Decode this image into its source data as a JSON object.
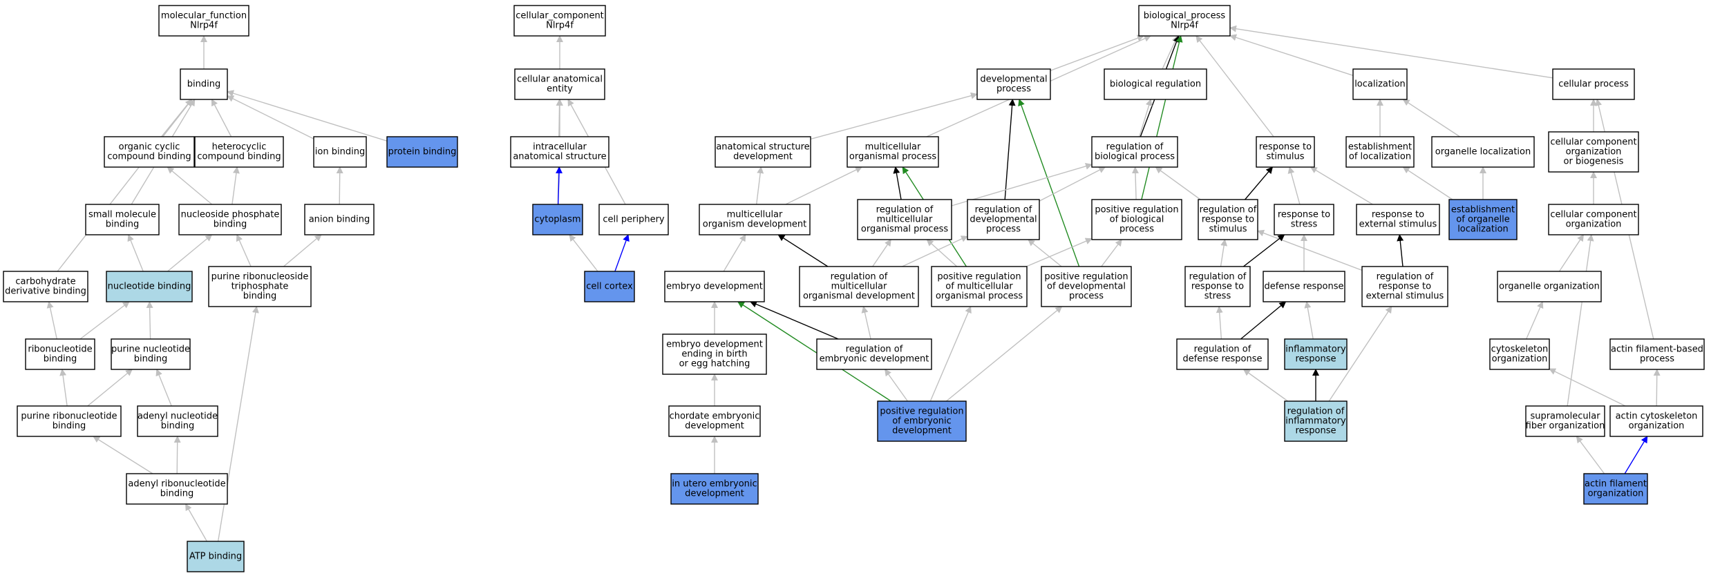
{
  "colors": {
    "default_fill": "#ffffff",
    "light_fill": "#add8e6",
    "dark_fill": "#6495ed",
    "gray_edge": "#c0c0c0",
    "black_edge": "#000000",
    "green_edge": "#228b22",
    "blue_edge": "#0000ff"
  },
  "nodes": [
    {
      "id": "mf",
      "lines": [
        "molecular_function",
        "Nlrp4f"
      ],
      "fill": "default"
    },
    {
      "id": "binding",
      "lines": [
        "binding"
      ],
      "fill": "default"
    },
    {
      "id": "orgcyc",
      "lines": [
        "organic cyclic",
        "compound binding"
      ],
      "fill": "default"
    },
    {
      "id": "hetcyc",
      "lines": [
        "heterocyclic",
        "compound binding"
      ],
      "fill": "default"
    },
    {
      "id": "ionb",
      "lines": [
        "ion binding"
      ],
      "fill": "default"
    },
    {
      "id": "protb",
      "lines": [
        "protein binding"
      ],
      "fill": "dark"
    },
    {
      "id": "smallmol",
      "lines": [
        "small molecule",
        "binding"
      ],
      "fill": "default"
    },
    {
      "id": "nucphos",
      "lines": [
        "nucleoside phosphate",
        "binding"
      ],
      "fill": "default"
    },
    {
      "id": "anionb",
      "lines": [
        "anion binding"
      ],
      "fill": "default"
    },
    {
      "id": "carbo",
      "lines": [
        "carbohydrate",
        "derivative binding"
      ],
      "fill": "default"
    },
    {
      "id": "nucb",
      "lines": [
        "nucleotide binding"
      ],
      "fill": "light"
    },
    {
      "id": "purtri",
      "lines": [
        "purine ribonucleoside",
        "triphosphate",
        "binding"
      ],
      "fill": "default"
    },
    {
      "id": "ribonuc",
      "lines": [
        "ribonucleotide",
        "binding"
      ],
      "fill": "default"
    },
    {
      "id": "purnuc",
      "lines": [
        "purine nucleotide",
        "binding"
      ],
      "fill": "default"
    },
    {
      "id": "purribo",
      "lines": [
        "purine ribonucleotide",
        "binding"
      ],
      "fill": "default"
    },
    {
      "id": "adenuc",
      "lines": [
        "adenyl nucleotide",
        "binding"
      ],
      "fill": "default"
    },
    {
      "id": "adenribo",
      "lines": [
        "adenyl ribonucleotide",
        "binding"
      ],
      "fill": "default"
    },
    {
      "id": "atp",
      "lines": [
        "ATP binding"
      ],
      "fill": "light"
    },
    {
      "id": "cc",
      "lines": [
        "cellular_component",
        "Nlrp4f"
      ],
      "fill": "default"
    },
    {
      "id": "cae",
      "lines": [
        "cellular anatomical",
        "entity"
      ],
      "fill": "default"
    },
    {
      "id": "ias",
      "lines": [
        "intracellular",
        "anatomical structure"
      ],
      "fill": "default"
    },
    {
      "id": "cyto",
      "lines": [
        "cytoplasm"
      ],
      "fill": "dark"
    },
    {
      "id": "cperi",
      "lines": [
        "cell periphery"
      ],
      "fill": "default"
    },
    {
      "id": "ccortex",
      "lines": [
        "cell cortex"
      ],
      "fill": "dark"
    },
    {
      "id": "bp",
      "lines": [
        "biological_process",
        "Nlrp4f"
      ],
      "fill": "default"
    },
    {
      "id": "devproc",
      "lines": [
        "developmental",
        "process"
      ],
      "fill": "default"
    },
    {
      "id": "bioreg",
      "lines": [
        "biological regulation"
      ],
      "fill": "default"
    },
    {
      "id": "local",
      "lines": [
        "localization"
      ],
      "fill": "default"
    },
    {
      "id": "cellproc",
      "lines": [
        "cellular process"
      ],
      "fill": "default"
    },
    {
      "id": "asd",
      "lines": [
        "anatomical structure",
        "development"
      ],
      "fill": "default"
    },
    {
      "id": "mop",
      "lines": [
        "multicellular",
        "organismal process"
      ],
      "fill": "default"
    },
    {
      "id": "regbp",
      "lines": [
        "regulation of",
        "biological process"
      ],
      "fill": "default"
    },
    {
      "id": "respstim",
      "lines": [
        "response to",
        "stimulus"
      ],
      "fill": "default"
    },
    {
      "id": "estloc",
      "lines": [
        "establishment",
        "of localization"
      ],
      "fill": "default"
    },
    {
      "id": "orgloc",
      "lines": [
        "organelle localization"
      ],
      "fill": "default"
    },
    {
      "id": "ccob",
      "lines": [
        "cellular component",
        "organization",
        "or biogenesis"
      ],
      "fill": "default"
    },
    {
      "id": "mod",
      "lines": [
        "multicellular",
        "organism development"
      ],
      "fill": "default"
    },
    {
      "id": "regmop",
      "lines": [
        "regulation of",
        "multicellular",
        "organismal process"
      ],
      "fill": "default"
    },
    {
      "id": "regdev",
      "lines": [
        "regulation of",
        "developmental",
        "process"
      ],
      "fill": "default"
    },
    {
      "id": "posregbp",
      "lines": [
        "positive regulation",
        "of biological",
        "process"
      ],
      "fill": "default"
    },
    {
      "id": "regrespstim",
      "lines": [
        "regulation of",
        "response to",
        "stimulus"
      ],
      "fill": "default"
    },
    {
      "id": "respstress",
      "lines": [
        "response to",
        "stress"
      ],
      "fill": "default"
    },
    {
      "id": "respext",
      "lines": [
        "response to",
        "external stimulus"
      ],
      "fill": "default"
    },
    {
      "id": "estorgloc",
      "lines": [
        "establishment",
        "of organelle",
        "localization"
      ],
      "fill": "dark"
    },
    {
      "id": "ccorg",
      "lines": [
        "cellular component",
        "organization"
      ],
      "fill": "default"
    },
    {
      "id": "embdev",
      "lines": [
        "embryo development"
      ],
      "fill": "default"
    },
    {
      "id": "regmod",
      "lines": [
        "regulation of",
        "multicellular",
        "organismal development"
      ],
      "fill": "default"
    },
    {
      "id": "posregmop",
      "lines": [
        "positive regulation",
        "of multicellular",
        "organismal process"
      ],
      "fill": "default"
    },
    {
      "id": "posregdev",
      "lines": [
        "positive regulation",
        "of developmental",
        "process"
      ],
      "fill": "default"
    },
    {
      "id": "regstress",
      "lines": [
        "regulation of",
        "response to",
        "stress"
      ],
      "fill": "default"
    },
    {
      "id": "defresp",
      "lines": [
        "defense response"
      ],
      "fill": "default"
    },
    {
      "id": "regext",
      "lines": [
        "regulation of",
        "response to",
        "external stimulus"
      ],
      "fill": "default"
    },
    {
      "id": "orgorg",
      "lines": [
        "organelle organization"
      ],
      "fill": "default"
    },
    {
      "id": "embbirth",
      "lines": [
        "embryo development",
        "ending in birth",
        "or egg hatching"
      ],
      "fill": "default"
    },
    {
      "id": "regemb",
      "lines": [
        "regulation of",
        "embryonic development"
      ],
      "fill": "default"
    },
    {
      "id": "regdefresp",
      "lines": [
        "regulation of",
        "defense response"
      ],
      "fill": "default"
    },
    {
      "id": "inflresp",
      "lines": [
        "inflammatory",
        "response"
      ],
      "fill": "light"
    },
    {
      "id": "cytoorg",
      "lines": [
        "cytoskeleton",
        "organization"
      ],
      "fill": "default"
    },
    {
      "id": "actinfil",
      "lines": [
        "actin filament-based",
        "process"
      ],
      "fill": "default"
    },
    {
      "id": "chordemb",
      "lines": [
        "chordate embryonic",
        "development"
      ],
      "fill": "default"
    },
    {
      "id": "posregemb",
      "lines": [
        "positive regulation",
        "of embryonic",
        "development"
      ],
      "fill": "dark"
    },
    {
      "id": "reginfl",
      "lines": [
        "regulation of",
        "inflammatory",
        "response"
      ],
      "fill": "light"
    },
    {
      "id": "supramol",
      "lines": [
        "supramolecular",
        "fiber organization"
      ],
      "fill": "default"
    },
    {
      "id": "actincyto",
      "lines": [
        "actin cytoskeleton",
        "organization"
      ],
      "fill": "default"
    },
    {
      "id": "inutero",
      "lines": [
        "in utero embryonic",
        "development"
      ],
      "fill": "dark"
    },
    {
      "id": "actinorg",
      "lines": [
        "actin filament",
        "organization"
      ],
      "fill": "dark"
    }
  ],
  "edges": [
    {
      "from": "binding",
      "to": "mf",
      "color": "gray"
    },
    {
      "from": "orgcyc",
      "to": "binding",
      "color": "gray"
    },
    {
      "from": "hetcyc",
      "to": "binding",
      "color": "gray"
    },
    {
      "from": "ionb",
      "to": "binding",
      "color": "gray"
    },
    {
      "from": "protb",
      "to": "binding",
      "color": "gray"
    },
    {
      "from": "smallmol",
      "to": "binding",
      "color": "gray"
    },
    {
      "from": "carbo",
      "to": "binding",
      "color": "gray"
    },
    {
      "from": "nucphos",
      "to": "orgcyc",
      "color": "gray"
    },
    {
      "from": "nucphos",
      "to": "hetcyc",
      "color": "gray"
    },
    {
      "from": "anionb",
      "to": "ionb",
      "color": "gray"
    },
    {
      "from": "nucb",
      "to": "smallmol",
      "color": "gray"
    },
    {
      "from": "nucb",
      "to": "nucphos",
      "color": "gray"
    },
    {
      "from": "purtri",
      "to": "nucphos",
      "color": "gray"
    },
    {
      "from": "purtri",
      "to": "anionb",
      "color": "gray"
    },
    {
      "from": "ribonuc",
      "to": "carbo",
      "color": "gray"
    },
    {
      "from": "ribonuc",
      "to": "nucb",
      "color": "gray"
    },
    {
      "from": "purnuc",
      "to": "nucb",
      "color": "gray"
    },
    {
      "from": "purribo",
      "to": "ribonuc",
      "color": "gray"
    },
    {
      "from": "purribo",
      "to": "purnuc",
      "color": "gray"
    },
    {
      "from": "adenuc",
      "to": "purnuc",
      "color": "gray"
    },
    {
      "from": "adenribo",
      "to": "purribo",
      "color": "gray"
    },
    {
      "from": "adenribo",
      "to": "adenuc",
      "color": "gray"
    },
    {
      "from": "atp",
      "to": "adenribo",
      "color": "gray"
    },
    {
      "from": "atp",
      "to": "purtri",
      "color": "gray"
    },
    {
      "from": "cae",
      "to": "cc",
      "color": "gray"
    },
    {
      "from": "ias",
      "to": "cae",
      "color": "gray"
    },
    {
      "from": "cyto",
      "to": "cae",
      "color": "gray"
    },
    {
      "from": "cperi",
      "to": "cae",
      "color": "gray"
    },
    {
      "from": "cyto",
      "to": "ias",
      "color": "blue"
    },
    {
      "from": "ccortex",
      "to": "cyto",
      "color": "gray"
    },
    {
      "from": "ccortex",
      "to": "cperi",
      "color": "blue"
    },
    {
      "from": "devproc",
      "to": "bp",
      "color": "gray"
    },
    {
      "from": "bioreg",
      "to": "bp",
      "color": "gray"
    },
    {
      "from": "local",
      "to": "bp",
      "color": "gray"
    },
    {
      "from": "cellproc",
      "to": "bp",
      "color": "gray"
    },
    {
      "from": "mop",
      "to": "bp",
      "color": "gray"
    },
    {
      "from": "respstim",
      "to": "bp",
      "color": "gray"
    },
    {
      "from": "regbp",
      "to": "bp",
      "color": "black"
    },
    {
      "from": "posregbp",
      "to": "bp",
      "color": "green"
    },
    {
      "from": "asd",
      "to": "devproc",
      "color": "gray"
    },
    {
      "from": "regdev",
      "to": "devproc",
      "color": "black"
    },
    {
      "from": "posregdev",
      "to": "devproc",
      "color": "green"
    },
    {
      "from": "regbp",
      "to": "bioreg",
      "color": "gray"
    },
    {
      "from": "estloc",
      "to": "local",
      "color": "gray"
    },
    {
      "from": "orgloc",
      "to": "local",
      "color": "gray"
    },
    {
      "from": "ccob",
      "to": "cellproc",
      "color": "gray"
    },
    {
      "from": "actinfil",
      "to": "cellproc",
      "color": "gray"
    },
    {
      "from": "mod",
      "to": "asd",
      "color": "gray"
    },
    {
      "from": "mod",
      "to": "mop",
      "color": "gray"
    },
    {
      "from": "regmop",
      "to": "mop",
      "color": "black"
    },
    {
      "from": "posregmop",
      "to": "mop",
      "color": "green"
    },
    {
      "from": "regmop",
      "to": "regbp",
      "color": "gray"
    },
    {
      "from": "regdev",
      "to": "regbp",
      "color": "gray"
    },
    {
      "from": "posregbp",
      "to": "regbp",
      "color": "gray"
    },
    {
      "from": "regrespstim",
      "to": "regbp",
      "color": "gray"
    },
    {
      "from": "regrespstim",
      "to": "respstim",
      "color": "black"
    },
    {
      "from": "respstress",
      "to": "respstim",
      "color": "gray"
    },
    {
      "from": "respext",
      "to": "respstim",
      "color": "gray"
    },
    {
      "from": "estorgloc",
      "to": "estloc",
      "color": "gray"
    },
    {
      "from": "estorgloc",
      "to": "orgloc",
      "color": "gray"
    },
    {
      "from": "ccorg",
      "to": "ccob",
      "color": "gray"
    },
    {
      "from": "embdev",
      "to": "mod",
      "color": "gray"
    },
    {
      "from": "regmod",
      "to": "mod",
      "color": "black"
    },
    {
      "from": "regmod",
      "to": "regmop",
      "color": "gray"
    },
    {
      "from": "posregmop",
      "to": "regmop",
      "color": "gray"
    },
    {
      "from": "regmod",
      "to": "regdev",
      "color": "gray"
    },
    {
      "from": "posregdev",
      "to": "regdev",
      "color": "gray"
    },
    {
      "from": "posregmop",
      "to": "posregbp",
      "color": "gray"
    },
    {
      "from": "posregdev",
      "to": "posregbp",
      "color": "gray"
    },
    {
      "from": "regstress",
      "to": "regrespstim",
      "color": "gray"
    },
    {
      "from": "regext",
      "to": "regrespstim",
      "color": "gray"
    },
    {
      "from": "regstress",
      "to": "respstress",
      "color": "black"
    },
    {
      "from": "defresp",
      "to": "respstress",
      "color": "gray"
    },
    {
      "from": "regext",
      "to": "respext",
      "color": "black"
    },
    {
      "from": "orgorg",
      "to": "ccorg",
      "color": "gray"
    },
    {
      "from": "supramol",
      "to": "ccorg",
      "color": "gray"
    },
    {
      "from": "embbirth",
      "to": "embdev",
      "color": "gray"
    },
    {
      "from": "regemb",
      "to": "embdev",
      "color": "black"
    },
    {
      "from": "posregemb",
      "to": "embdev",
      "color": "green"
    },
    {
      "from": "regemb",
      "to": "regmod",
      "color": "gray"
    },
    {
      "from": "posregemb",
      "to": "posregmop",
      "color": "gray"
    },
    {
      "from": "posregemb",
      "to": "posregdev",
      "color": "gray"
    },
    {
      "from": "posregemb",
      "to": "regemb",
      "color": "gray"
    },
    {
      "from": "regdefresp",
      "to": "regstress",
      "color": "gray"
    },
    {
      "from": "regdefresp",
      "to": "defresp",
      "color": "black"
    },
    {
      "from": "inflresp",
      "to": "defresp",
      "color": "gray"
    },
    {
      "from": "reginfl",
      "to": "regdefresp",
      "color": "gray"
    },
    {
      "from": "reginfl",
      "to": "inflresp",
      "color": "black"
    },
    {
      "from": "reginfl",
      "to": "regext",
      "color": "gray"
    },
    {
      "from": "cytoorg",
      "to": "orgorg",
      "color": "gray"
    },
    {
      "from": "actincyto",
      "to": "cytoorg",
      "color": "gray"
    },
    {
      "from": "actincyto",
      "to": "actinfil",
      "color": "gray"
    },
    {
      "from": "chordemb",
      "to": "embbirth",
      "color": "gray"
    },
    {
      "from": "inutero",
      "to": "chordemb",
      "color": "gray"
    },
    {
      "from": "actinorg",
      "to": "supramol",
      "color": "gray"
    },
    {
      "from": "actinorg",
      "to": "actincyto",
      "color": "blue"
    }
  ]
}
